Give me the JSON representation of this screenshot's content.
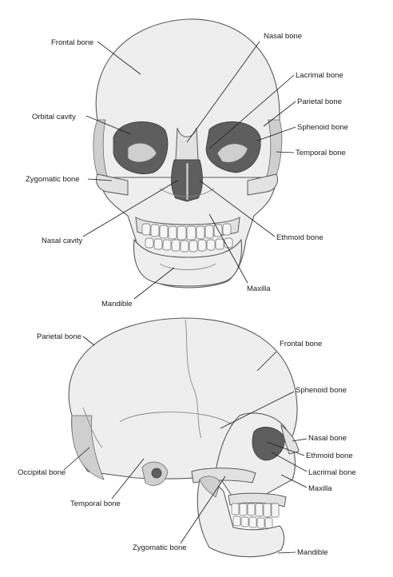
{
  "front_view": {
    "labels": {
      "frontal": "Frontal bone",
      "nasal": "Nasal bone",
      "lacrimal": "Lacrimal bone",
      "parietal": "Parietal bone",
      "orbital": "Orbital cavity",
      "sphenoid": "Sphenoid bone",
      "temporal": "Temporal bone",
      "zygomatic": "Zygomatic bone",
      "nasal_cavity": "Nasal cavity",
      "ethmoid": "Ethmoid bone",
      "maxilla": "Maxilla",
      "mandible": "Mandible"
    }
  },
  "side_view": {
    "labels": {
      "parietal": "Parietal bone",
      "frontal": "Frontal bone",
      "sphenoid": "Sphenoid bone",
      "nasal": "Nasal bone",
      "ethmoid": "Ethmoid bone",
      "occipital": "Occipital bone",
      "lacrimal": "Lacrimal bone",
      "maxilla": "Maxilla",
      "temporal": "Temporal bone",
      "zygomatic": "Zygomatic bone",
      "mandible": "Mandible"
    }
  }
}
